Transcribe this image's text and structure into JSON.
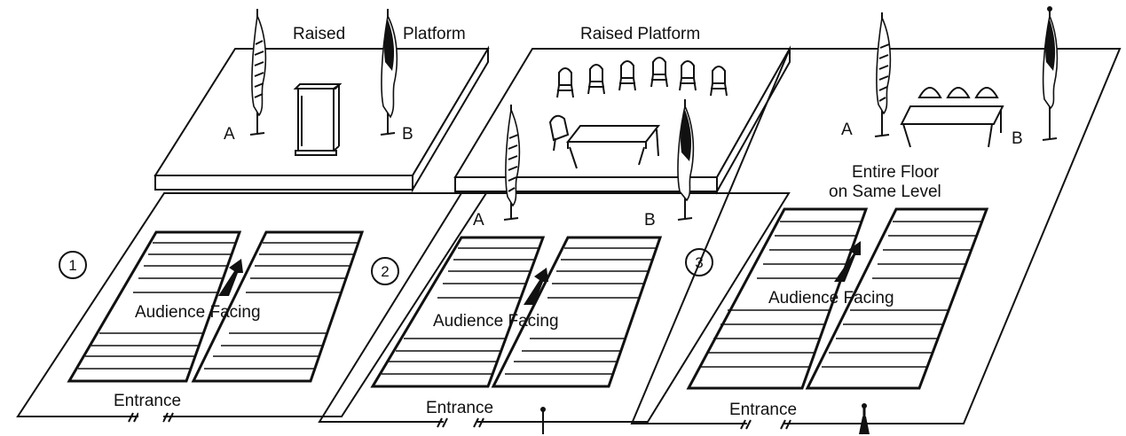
{
  "colors": {
    "ink": "#111111",
    "paper": "#ffffff"
  },
  "panels": [
    {
      "number": "1",
      "platform_label_left": "Raised",
      "platform_label_right": "Platform",
      "flag_left_label": "A",
      "flag_right_label": "B",
      "audience_label": "Audience Facing",
      "entrance_label": "Entrance",
      "furniture": [
        "lectern-icon"
      ]
    },
    {
      "number": "2",
      "platform_label": "Raised Platform",
      "flag_left_label": "A",
      "flag_right_label": "B",
      "audience_label": "Audience Facing",
      "entrance_label": "Entrance",
      "furniture": [
        "chair-icon",
        "table-icon"
      ]
    },
    {
      "number": "3",
      "floor_label_line1": "Entire Floor",
      "floor_label_line2": "on Same Level",
      "flag_left_label": "A",
      "flag_right_label": "B",
      "audience_label": "Audience Facing",
      "entrance_label": "Entrance",
      "furniture": [
        "table-icon",
        "chair-icon"
      ]
    }
  ]
}
